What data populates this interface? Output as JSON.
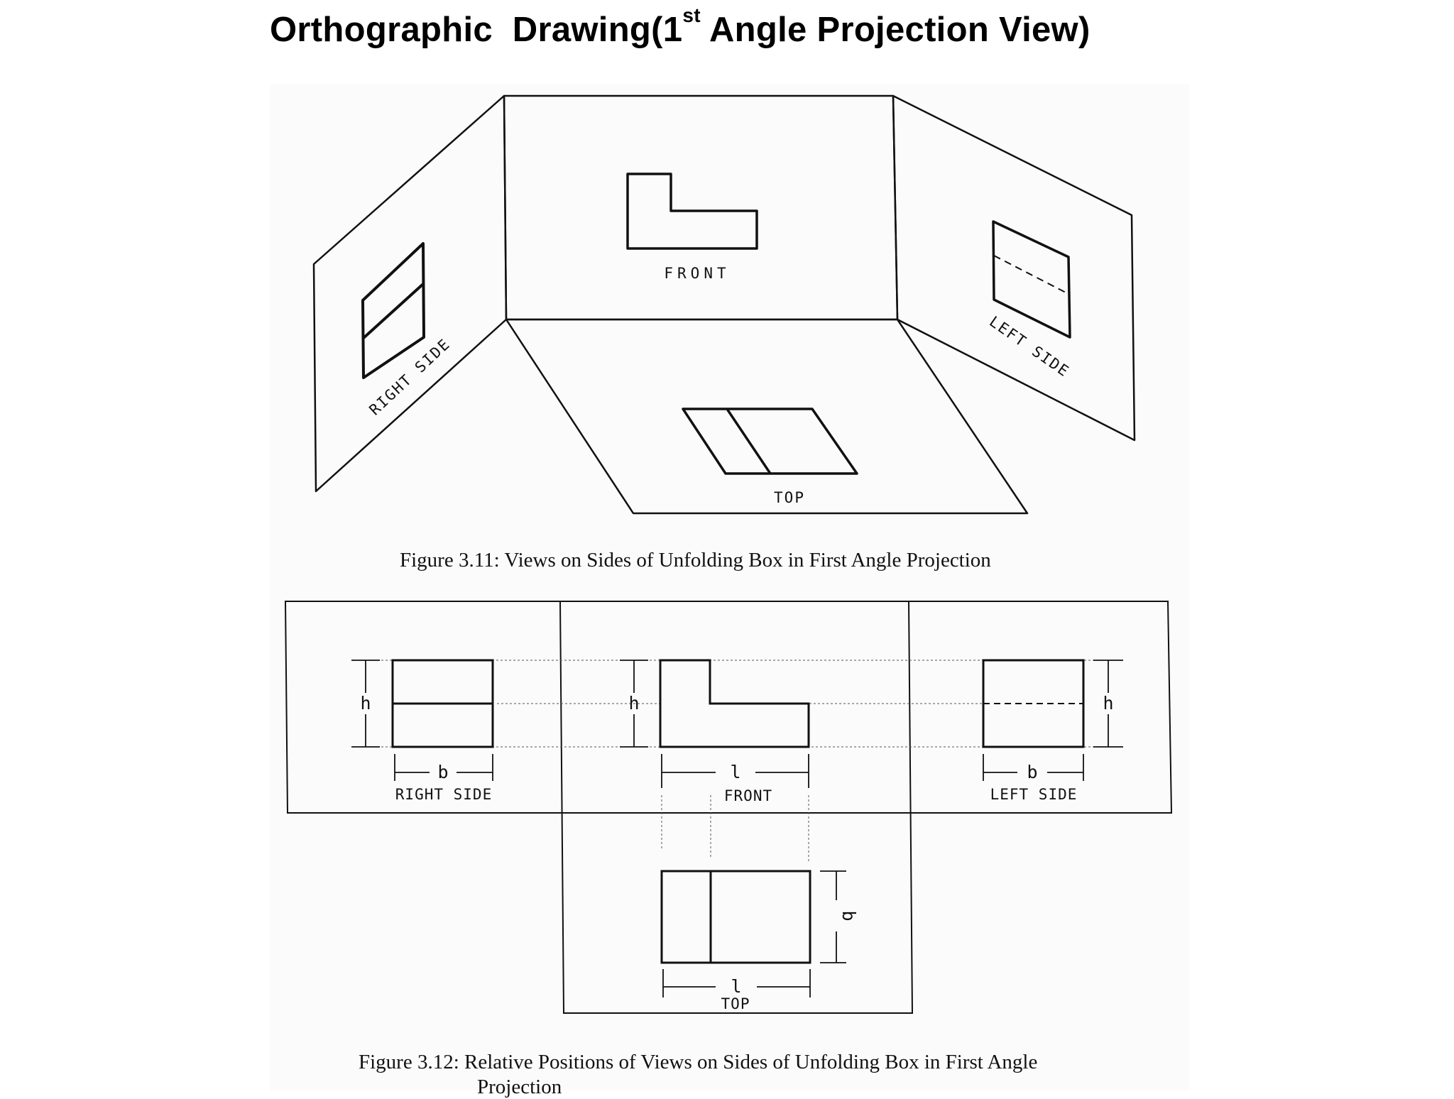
{
  "title": {
    "prefix": "Orthographic  Drawing(1",
    "superscript": "st",
    "suffix": " Angle Projection View)"
  },
  "figure_3_11": {
    "labels": {
      "front": "FRONT",
      "right_side": "RIGHT SIDE",
      "left_side": "LEFT SIDE",
      "top": "TOP"
    },
    "caption": "Figure 3.11: Views on Sides of Unfolding Box in First Angle Projection"
  },
  "figure_3_12": {
    "labels": {
      "right_side": "RIGHT SIDE",
      "front": "FRONT",
      "left_side": "LEFT SIDE",
      "top": "TOP"
    },
    "dimensions": {
      "height": "h",
      "breadth": "b",
      "length": "l"
    },
    "caption_line1": "Figure 3.12: Relative Positions of Views on Sides of Unfolding Box in First Angle",
    "caption_line2": "Projection"
  }
}
